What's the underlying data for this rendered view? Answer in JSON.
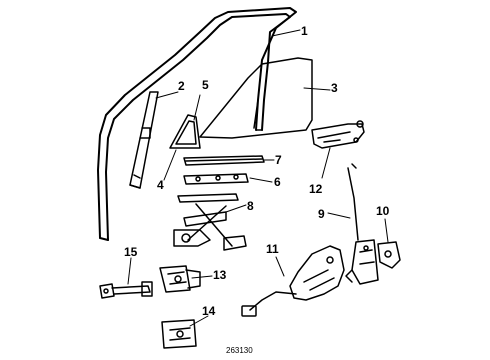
{
  "callouts": [
    "1",
    "2",
    "3",
    "4",
    "5",
    "6",
    "7",
    "8",
    "9",
    "10",
    "11",
    "12",
    "13",
    "14",
    "15"
  ],
  "drawing_id": "263130"
}
